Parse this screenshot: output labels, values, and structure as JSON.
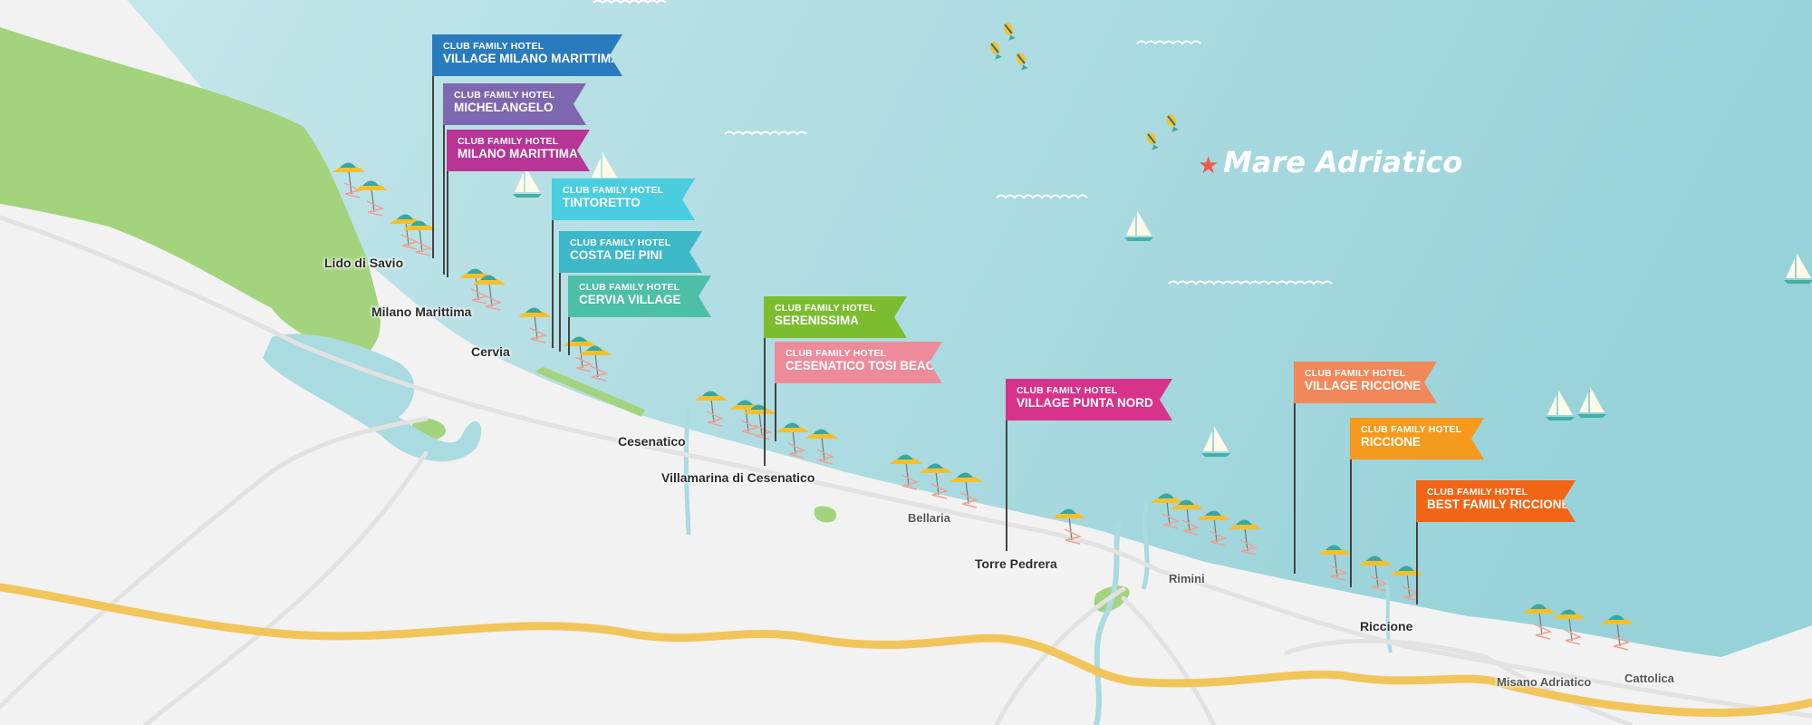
{
  "sea_name": "Mare Adriatico",
  "colors": {
    "sea": "#a9dbe0",
    "land": "#f2f2f2",
    "park": "#a3d37d",
    "highway": "#f2c55a",
    "road": "#e0e0e0"
  },
  "towns": [
    {
      "name": "Lido di Savio"
    },
    {
      "name": "Milano Marittima"
    },
    {
      "name": "Cervia"
    },
    {
      "name": "Cesenatico"
    },
    {
      "name": "Villamarina di Cesenatico"
    },
    {
      "name": "Bellaria"
    },
    {
      "name": "Torre Pedrera"
    },
    {
      "name": "Rimini"
    },
    {
      "name": "Riccione"
    },
    {
      "name": "Misano Adriatico"
    },
    {
      "name": "Cattolica"
    }
  ],
  "hotels": [
    {
      "prefix": "CLUB FAMILY HOTEL",
      "name": "VILLAGE MILANO MARITTIMA",
      "color": "#2a7bbd"
    },
    {
      "prefix": "CLUB FAMILY HOTEL",
      "name": "MICHELANGELO",
      "color": "#7d67ae"
    },
    {
      "prefix": "CLUB FAMILY HOTEL",
      "name": "MILANO MARITTIMA",
      "color": "#b63596"
    },
    {
      "prefix": "CLUB FAMILY HOTEL",
      "name": "TINTORETTO",
      "color": "#4bcde0"
    },
    {
      "prefix": "CLUB FAMILY HOTEL",
      "name": "COSTA DEI PINI",
      "color": "#3cb8c9"
    },
    {
      "prefix": "CLUB FAMILY HOTEL",
      "name": "CERVIA VILLAGE",
      "color": "#4cbfa6"
    },
    {
      "prefix": "CLUB FAMILY HOTEL",
      "name": "SERENISSIMA",
      "color": "#7bbd2e"
    },
    {
      "prefix": "CLUB FAMILY HOTEL",
      "name": "CESENATICO TOSI BEACH",
      "color": "#ee8b9b"
    },
    {
      "prefix": "CLUB FAMILY HOTEL",
      "name": "VILLAGE PUNTA NORD",
      "color": "#d8338a"
    },
    {
      "prefix": "CLUB FAMILY HOTEL",
      "name": "VILLAGE RICCIONE",
      "color": "#f2875a"
    },
    {
      "prefix": "CLUB FAMILY HOTEL",
      "name": "RICCIONE",
      "color": "#f59a1c"
    },
    {
      "prefix": "CLUB FAMILY HOTEL",
      "name": "BEST FAMILY RICCIONE",
      "color": "#f26416"
    }
  ]
}
